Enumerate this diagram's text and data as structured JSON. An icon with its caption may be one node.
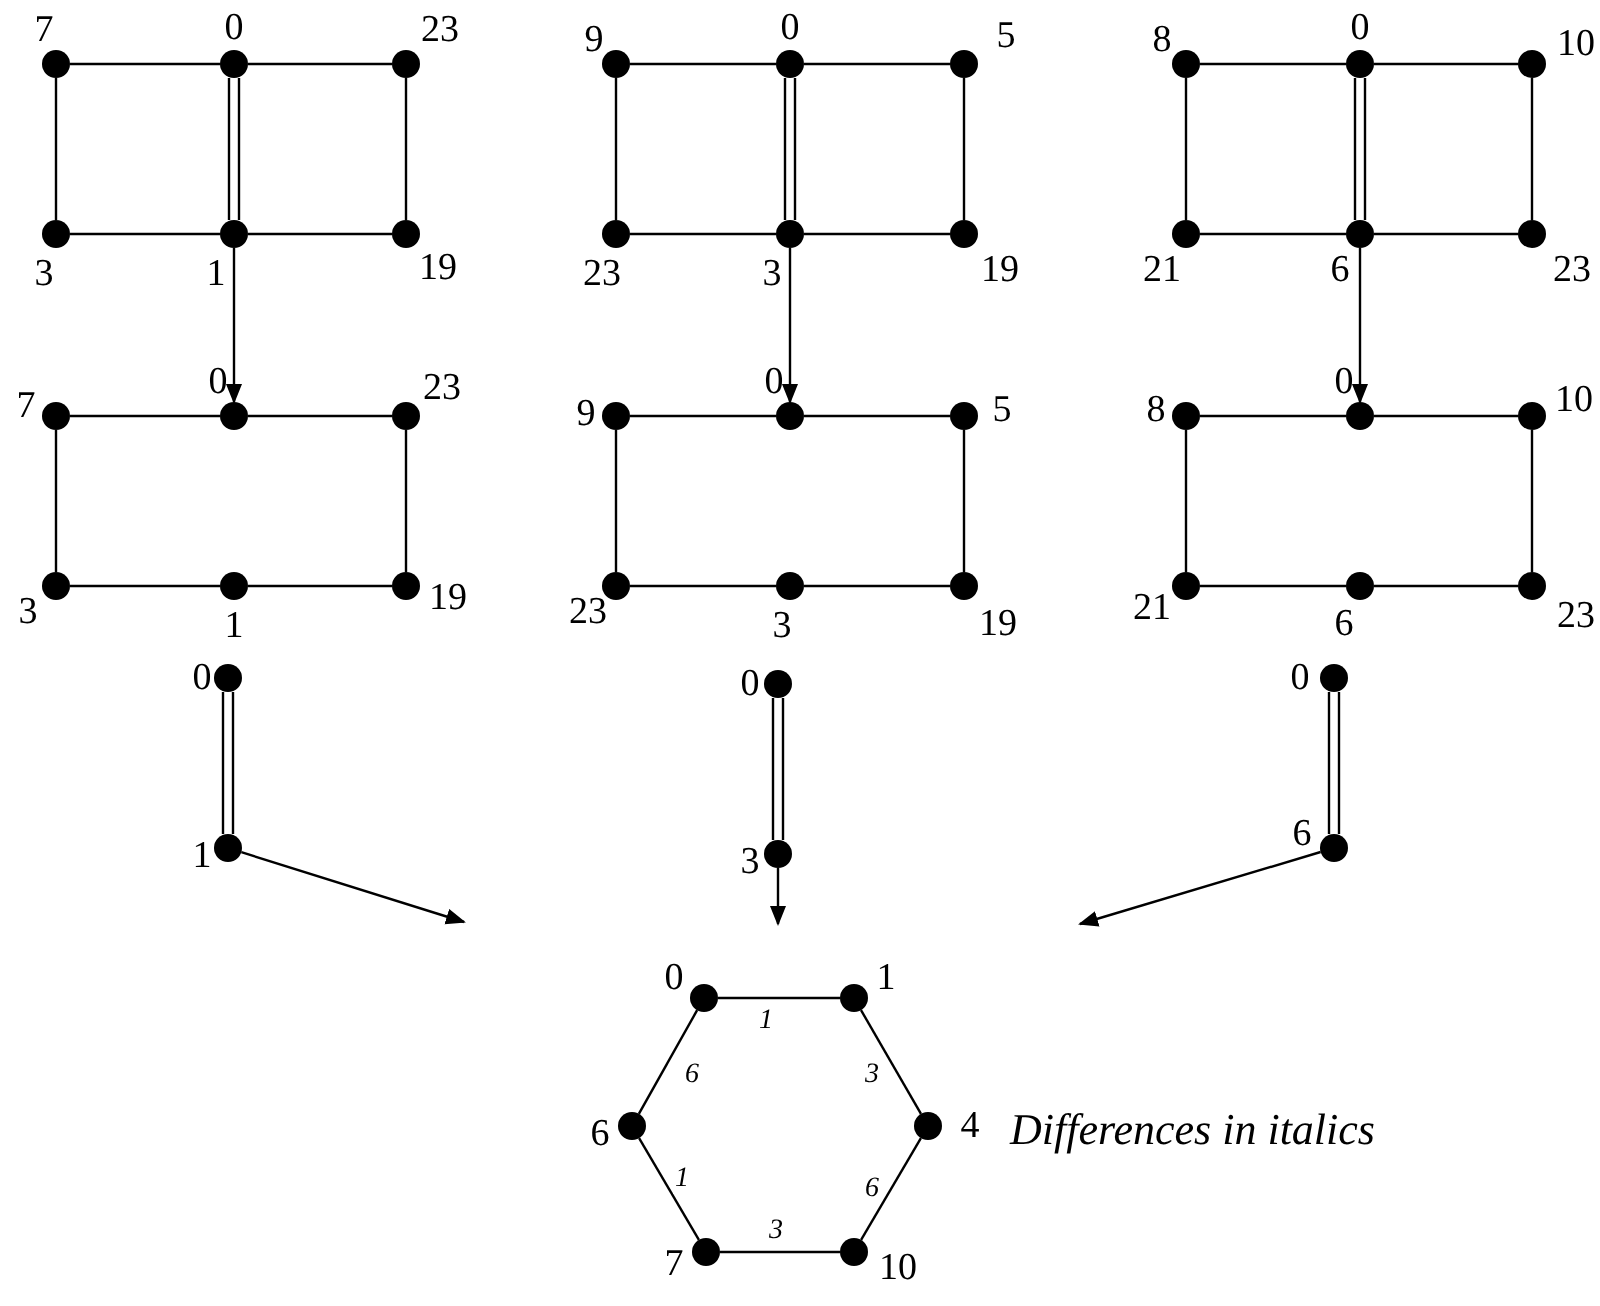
{
  "diagram": {
    "nodes": [
      {
        "text": [
          "7"
        ]
      },
      {
        "text": [
          "0"
        ]
      },
      {
        "text": [
          "23"
        ]
      },
      {
        "text": [
          "3"
        ]
      },
      {
        "text": [
          "1"
        ]
      },
      {
        "text": [
          "19"
        ]
      },
      {
        "text": [
          "9"
        ]
      },
      {
        "text": [
          "0"
        ]
      },
      {
        "text": [
          "5"
        ]
      },
      {
        "text": [
          "23"
        ]
      },
      {
        "text": [
          "3"
        ]
      },
      {
        "text": [
          "19"
        ]
      },
      {
        "text": [
          "8"
        ]
      },
      {
        "text": [
          "0"
        ]
      },
      {
        "text": [
          "10"
        ]
      },
      {
        "text": [
          "21"
        ]
      },
      {
        "text": [
          "6"
        ]
      },
      {
        "text": [
          "23"
        ]
      },
      {
        "text": [
          "7"
        ]
      },
      {
        "text": [
          "0"
        ]
      },
      {
        "text": [
          "23"
        ]
      },
      {
        "text": [
          "3"
        ]
      },
      {
        "text": [
          "1"
        ]
      },
      {
        "text": [
          "19"
        ]
      },
      {
        "text": [
          "9"
        ]
      },
      {
        "text": [
          "0"
        ]
      },
      {
        "text": [
          "5"
        ]
      },
      {
        "text": [
          "23"
        ]
      },
      {
        "text": [
          "3"
        ]
      },
      {
        "text": [
          "19"
        ]
      },
      {
        "text": [
          "8"
        ]
      },
      {
        "text": [
          "0"
        ]
      },
      {
        "text": [
          "10"
        ]
      },
      {
        "text": [
          "21"
        ]
      },
      {
        "text": [
          "6"
        ]
      },
      {
        "text": [
          "23"
        ]
      },
      {
        "text": [
          "0"
        ]
      },
      {
        "text": [
          "1"
        ]
      },
      {
        "text": [
          "0"
        ]
      },
      {
        "text": [
          "3"
        ]
      },
      {
        "text": [
          "0"
        ]
      },
      {
        "text": [
          "6"
        ]
      },
      {
        "text": [
          "0"
        ]
      },
      {
        "text": [
          "1"
        ]
      },
      {
        "text": [
          "4"
        ]
      },
      {
        "text": [
          "6"
        ]
      },
      {
        "text": [
          "7"
        ]
      },
      {
        "text": [
          "10"
        ]
      }
    ],
    "edges": [
      {
        "from": 0,
        "to": 1,
        "arrow": "none"
      },
      {
        "from": 1,
        "to": 2,
        "arrow": "none"
      },
      {
        "from": 0,
        "to": 3,
        "arrow": "none"
      },
      {
        "from": 3,
        "to": 4,
        "arrow": "none"
      },
      {
        "from": 4,
        "to": 5,
        "arrow": "none"
      },
      {
        "from": 2,
        "to": 5,
        "arrow": "none"
      },
      {
        "from": 1,
        "to": 4,
        "arrow": "none"
      },
      {
        "from": 1,
        "to": 4,
        "arrow": "none"
      },
      {
        "from": 6,
        "to": 7,
        "arrow": "none"
      },
      {
        "from": 7,
        "to": 8,
        "arrow": "none"
      },
      {
        "from": 6,
        "to": 9,
        "arrow": "none"
      },
      {
        "from": 9,
        "to": 10,
        "arrow": "none"
      },
      {
        "from": 10,
        "to": 11,
        "arrow": "none"
      },
      {
        "from": 8,
        "to": 11,
        "arrow": "none"
      },
      {
        "from": 7,
        "to": 10,
        "arrow": "none"
      },
      {
        "from": 7,
        "to": 10,
        "arrow": "none"
      },
      {
        "from": 12,
        "to": 13,
        "arrow": "none"
      },
      {
        "from": 13,
        "to": 14,
        "arrow": "none"
      },
      {
        "from": 12,
        "to": 15,
        "arrow": "none"
      },
      {
        "from": 15,
        "to": 16,
        "arrow": "none"
      },
      {
        "from": 16,
        "to": 17,
        "arrow": "none"
      },
      {
        "from": 14,
        "to": 17,
        "arrow": "none"
      },
      {
        "from": 13,
        "to": 16,
        "arrow": "none"
      },
      {
        "from": 13,
        "to": 16,
        "arrow": "none"
      },
      {
        "from": 18,
        "to": 19,
        "arrow": "none"
      },
      {
        "from": 19,
        "to": 20,
        "arrow": "none"
      },
      {
        "from": 18,
        "to": 21,
        "arrow": "none"
      },
      {
        "from": 21,
        "to": 22,
        "arrow": "none"
      },
      {
        "from": 22,
        "to": 23,
        "arrow": "none"
      },
      {
        "from": 20,
        "to": 23,
        "arrow": "none"
      },
      {
        "from": 24,
        "to": 25,
        "arrow": "none"
      },
      {
        "from": 25,
        "to": 26,
        "arrow": "none"
      },
      {
        "from": 24,
        "to": 27,
        "arrow": "none"
      },
      {
        "from": 27,
        "to": 28,
        "arrow": "none"
      },
      {
        "from": 28,
        "to": 29,
        "arrow": "none"
      },
      {
        "from": 26,
        "to": 29,
        "arrow": "none"
      },
      {
        "from": 30,
        "to": 31,
        "arrow": "none"
      },
      {
        "from": 31,
        "to": 32,
        "arrow": "none"
      },
      {
        "from": 30,
        "to": 33,
        "arrow": "none"
      },
      {
        "from": 33,
        "to": 34,
        "arrow": "none"
      },
      {
        "from": 34,
        "to": 35,
        "arrow": "none"
      },
      {
        "from": 32,
        "to": 35,
        "arrow": "none"
      },
      {
        "from": 36,
        "to": 37,
        "arrow": "none"
      },
      {
        "from": 36,
        "to": 37,
        "arrow": "none"
      },
      {
        "from": 38,
        "to": 39,
        "arrow": "none"
      },
      {
        "from": 38,
        "to": 39,
        "arrow": "none"
      },
      {
        "from": 40,
        "to": 41,
        "arrow": "none"
      },
      {
        "from": 40,
        "to": 41,
        "arrow": "none"
      },
      {
        "from": 42,
        "to": 43,
        "arrow": "none",
        "label": "1"
      },
      {
        "from": 43,
        "to": 44,
        "arrow": "none",
        "label": "3"
      },
      {
        "from": 44,
        "to": 47,
        "arrow": "none",
        "label": "6"
      },
      {
        "from": 47,
        "to": 46,
        "arrow": "none",
        "label": "3"
      },
      {
        "from": 46,
        "to": 45,
        "arrow": "none",
        "label": "1"
      },
      {
        "from": 45,
        "to": 42,
        "arrow": "none",
        "label": "6"
      },
      {
        "from": 4,
        "to": 19,
        "arrow": "to"
      },
      {
        "from": 10,
        "to": 25,
        "arrow": "to"
      },
      {
        "from": 16,
        "to": 31,
        "arrow": "to"
      },
      {
        "from": 37,
        "to": null,
        "arrow": "to"
      },
      {
        "from": 39,
        "to": null,
        "arrow": "to"
      },
      {
        "from": 41,
        "to": null,
        "arrow": "to"
      }
    ],
    "labels": [
      "Differences in italics"
    ]
  }
}
